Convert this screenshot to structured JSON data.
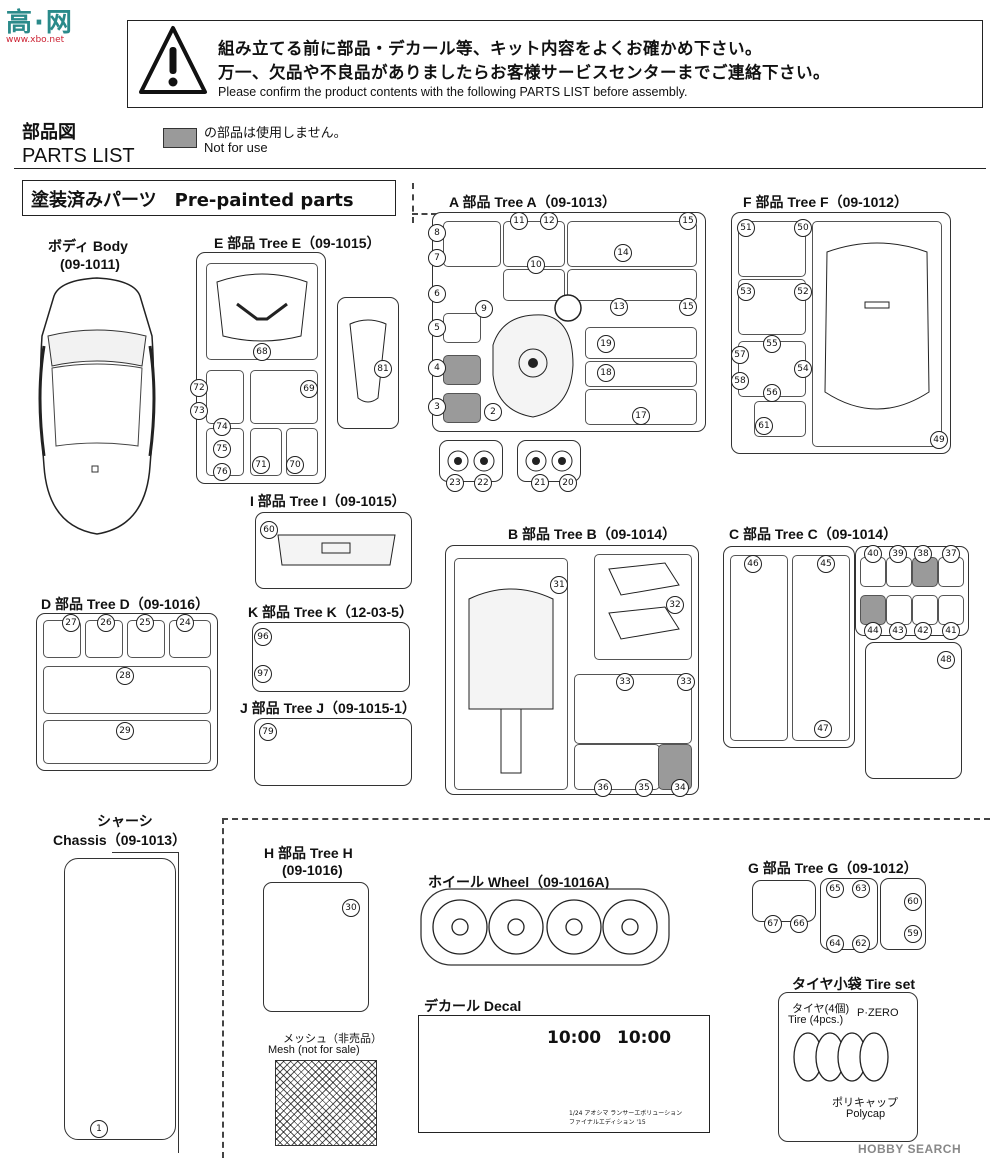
{
  "watermark": {
    "logo_text": "高·网",
    "site": "www.xbo.net"
  },
  "notice": {
    "line1": "組み立てる前に部品・デカール等、キット内容をよくお確かめ下さい。",
    "line2": "万一、欠品や不良品がありましたらお客様サービスセンターまでご連絡下さい。",
    "line3": "Please confirm the product contents with the following PARTS LIST before assembly."
  },
  "parts_list": {
    "title_jp": "部品図",
    "title_en": "PARTS LIST",
    "legend_jp": "の部品は使用しません。",
    "legend_en": "Not for use"
  },
  "prepainted": {
    "label": "塗装済みパーツ　Pre-painted parts"
  },
  "body": {
    "label": "ボディ Body",
    "code": "(09-1011)"
  },
  "trees": {
    "e": {
      "label": "E 部品 Tree E（09-1015）"
    },
    "a": {
      "label": "A 部品 Tree A（09-1013）"
    },
    "f": {
      "label": "F 部品 Tree F（09-1012）"
    },
    "i": {
      "label": "I 部品 Tree I（09-1015）"
    },
    "b": {
      "label": "B 部品 Tree B（09-1014）"
    },
    "c": {
      "label": "C 部品 Tree C（09-1014）"
    },
    "d": {
      "label": "D 部品 Tree D（09-1016）"
    },
    "k": {
      "label": "K 部品 Tree K（12-03-5）"
    },
    "j": {
      "label": "J 部品 Tree J（09-1015-1）"
    },
    "h": {
      "label": "H 部品 Tree H",
      "code": "(09-1016)"
    },
    "g": {
      "label": "G 部品 Tree G（09-1012）"
    }
  },
  "chassis": {
    "label_jp": "シャーシ",
    "label_en": "Chassis（09-1013）"
  },
  "wheel": {
    "label": "ホイール Wheel（09-1016A)"
  },
  "decal": {
    "label": "デカール Decal",
    "clock1": "10:00",
    "clock2": "10:00",
    "fine1": "1/24 アオシマ ランサーエボリューション",
    "fine2": "ファイナルエディション '15"
  },
  "tire_set": {
    "label": "タイヤ小袋 Tire set",
    "tire_jp": "タイヤ(4個)",
    "tire_en": "Tire (4pcs.)",
    "brand": "P·ZERO",
    "polycap_jp": "ポリキャップ",
    "polycap_en": "Polycap"
  },
  "mesh": {
    "label_jp": "メッシュ（非売品）",
    "label_en": "Mesh (not for sale)"
  },
  "source": {
    "logo": "HOBBY SEARCH"
  },
  "part_numbers": {
    "e": [
      "68",
      "72",
      "73",
      "69",
      "74",
      "75",
      "76",
      "71",
      "70",
      "81"
    ],
    "a": [
      "8",
      "11",
      "12",
      "15",
      "7",
      "14",
      "10",
      "6",
      "9",
      "13",
      "15",
      "5",
      "4",
      "3",
      "2",
      "19",
      "18",
      "17"
    ],
    "a2": [
      "23",
      "22",
      "21",
      "20"
    ],
    "f": [
      "51",
      "50",
      "53",
      "52",
      "55",
      "57",
      "54",
      "58",
      "56",
      "61",
      "49"
    ],
    "i": [
      "60"
    ],
    "b": [
      "31",
      "32",
      "33",
      "33",
      "36",
      "35",
      "34"
    ],
    "c": [
      "46",
      "45",
      "40",
      "39",
      "38",
      "37",
      "44",
      "43",
      "42",
      "41",
      "48",
      "47"
    ],
    "d": [
      "27",
      "26",
      "25",
      "24",
      "28",
      "29"
    ],
    "k": [
      "96",
      "97"
    ],
    "j": [
      "79"
    ],
    "h": [
      "30"
    ],
    "g": [
      "65",
      "63",
      "67",
      "66",
      "64",
      "62",
      "60",
      "59"
    ],
    "chassis": [
      "1"
    ]
  }
}
